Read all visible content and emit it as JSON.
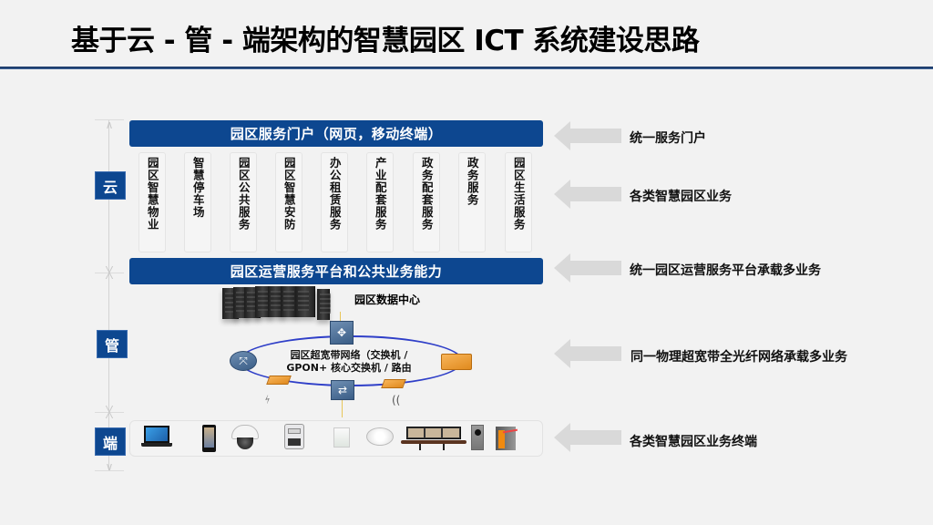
{
  "title": "基于云 - 管 - 端架构的智慧园区 ICT 系统建设思路",
  "colors": {
    "brand_blue": "#0d4790",
    "title_rule": "#1f3f6e",
    "ring": "#2f3fc8",
    "arrow_gray": "#d9d9d9",
    "background": "#f2f2f2"
  },
  "layers": {
    "cloud": "云",
    "pipe": "管",
    "terminal": "端"
  },
  "cloud": {
    "portal_bar": "园区服务门户（网页，移动终端）",
    "services": [
      "园区智慧物业",
      "智慧停车场",
      "园区公共服务",
      "园区智慧安防",
      "办公租赁服务",
      "产业配套服务",
      "政务配套服务",
      "政务服务",
      "园区生活服务"
    ],
    "platform_bar": "园区运营服务平台和公共业务能力"
  },
  "pipe": {
    "data_center": "园区数据中心",
    "network_line1": "园区超宽带网络（交换机 /",
    "network_line2": "GPON+ 核心交换机 / 路由",
    "devices": [
      "core-router",
      "top-switch",
      "bottom-switch",
      "onu-left",
      "onu-right",
      "olt-right"
    ]
  },
  "terminal": {
    "devices": [
      "laptop",
      "smartphone",
      "dome-camera",
      "smart-meter",
      "access-panel",
      "ceiling-sensor",
      "telepresence-system",
      "door-intercom",
      "parking-barrier"
    ]
  },
  "right_labels": [
    "统一服务门户",
    "各类智慧园区业务",
    "统一园区运营服务平台承载多业务",
    "同一物理超宽带全光纤网络承载多业务",
    "各类智慧园区业务终端"
  ]
}
